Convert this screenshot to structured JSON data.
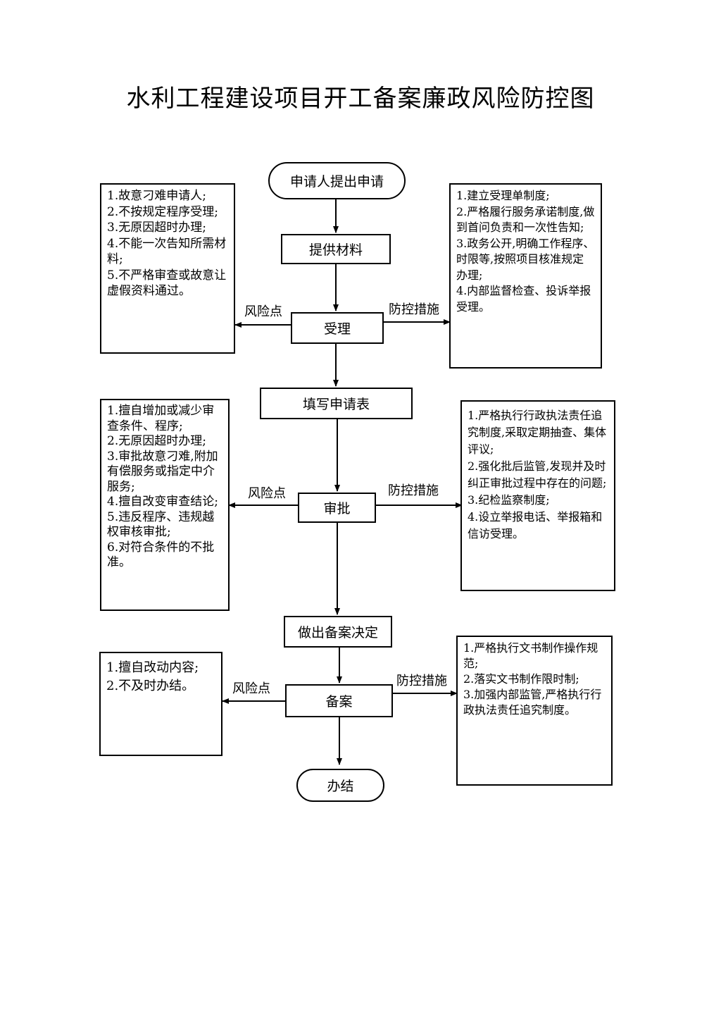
{
  "title": "水利工程建设项目开工备案廉政风险防控图",
  "flow": {
    "start": "申请人提出申请",
    "materials": "提供材料",
    "accept": "受理",
    "form": "填写申请表",
    "approve": "审批",
    "decision": "做出备案决定",
    "record": "备案",
    "finish": "办结"
  },
  "edge_labels": {
    "risk": "风险点",
    "control": "防控措施"
  },
  "risks": {
    "accept": [
      "1.故意刁难申请人;",
      "2.不按规定程序受理;",
      "3.无原因超时办理;",
      "4.不能一次告知所需材料;",
      "5.不严格审查或故意让虚假资料通过。"
    ],
    "approve": [
      "1.擅自增加或减少审查条件、程序;",
      "2.无原因超时办理;",
      "3.审批故意刁难,附加有偿服务或指定中介服务;",
      "4.擅自改变审查结论;",
      "5.违反程序、违规越权审核审批;",
      "6.对符合条件的不批准。"
    ],
    "record": [
      "1.擅自改动内容;",
      "2.不及时办结。"
    ]
  },
  "controls": {
    "accept": [
      "1.建立受理单制度;",
      "2.严格履行服务承诺制度,做到首问负责和一次性告知;",
      "3.政务公开,明确工作程序、时限等,按照项目核准规定办理;",
      "4.内部监督检查、投诉举报受理。"
    ],
    "approve": [
      "1.严格执行行政执法责任追究制度,采取定期抽查、集体评议;",
      "2.强化批后监管,发现并及时纠正审批过程中存在的问题;",
      "3.纪检监察制度;",
      "4.设立举报电话、举报箱和信访受理。"
    ],
    "record": [
      "1.严格执行文书制作操作规范;",
      "2.落实文书制作限时制;",
      "3.加强内部监管,严格执行行政执法责任追究制度。"
    ]
  }
}
